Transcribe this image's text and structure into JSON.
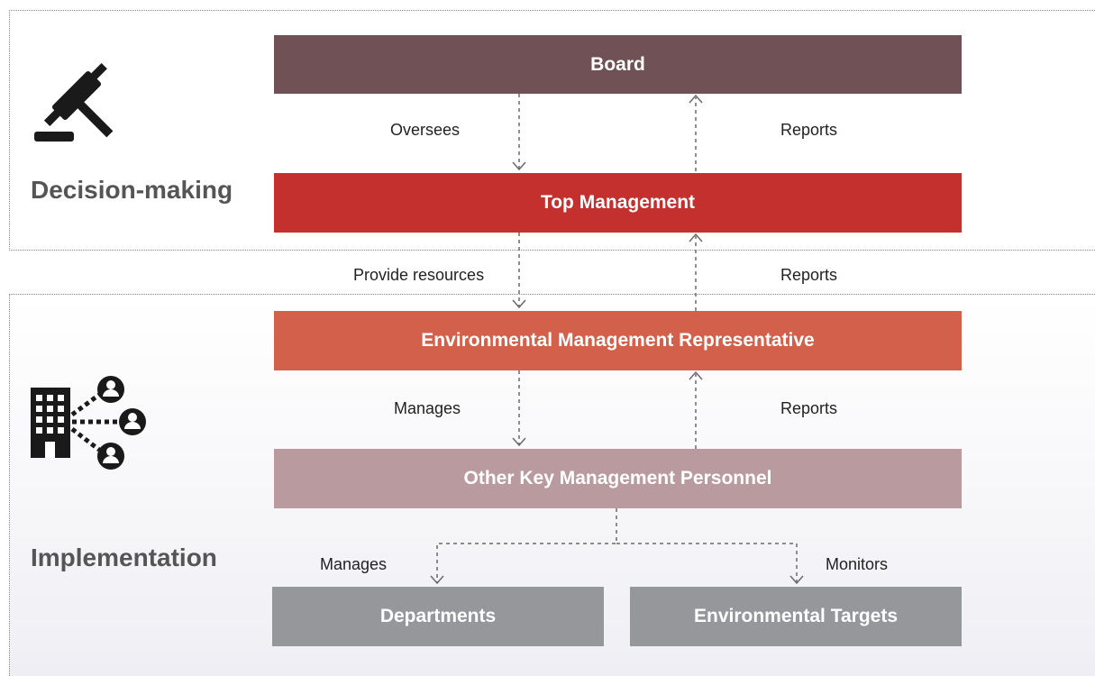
{
  "regions": {
    "decision": "Decision-making",
    "implementation": "Implementation"
  },
  "boxes": {
    "board": "Board",
    "top_management": "Top Management",
    "emr": "Environmental Management Representative",
    "okmp": "Other Key Management Personnel",
    "departments": "Departments",
    "targets": "Environmental Targets"
  },
  "links": {
    "oversees": "Oversees",
    "reports_1": "Reports",
    "provide_resources": "Provide resources",
    "reports_2": "Reports",
    "manages_1": "Manages",
    "reports_3": "Reports",
    "manages_2": "Manages",
    "monitors": "Monitors"
  },
  "icons": {
    "decision": "gavel-icon",
    "implementation": "organization-network-icon"
  },
  "colors": {
    "board": "#705256",
    "top_management": "#c4302e",
    "emr": "#d2604a",
    "okmp": "#b99b9f",
    "departments": "#96979b",
    "targets": "#96979b"
  }
}
